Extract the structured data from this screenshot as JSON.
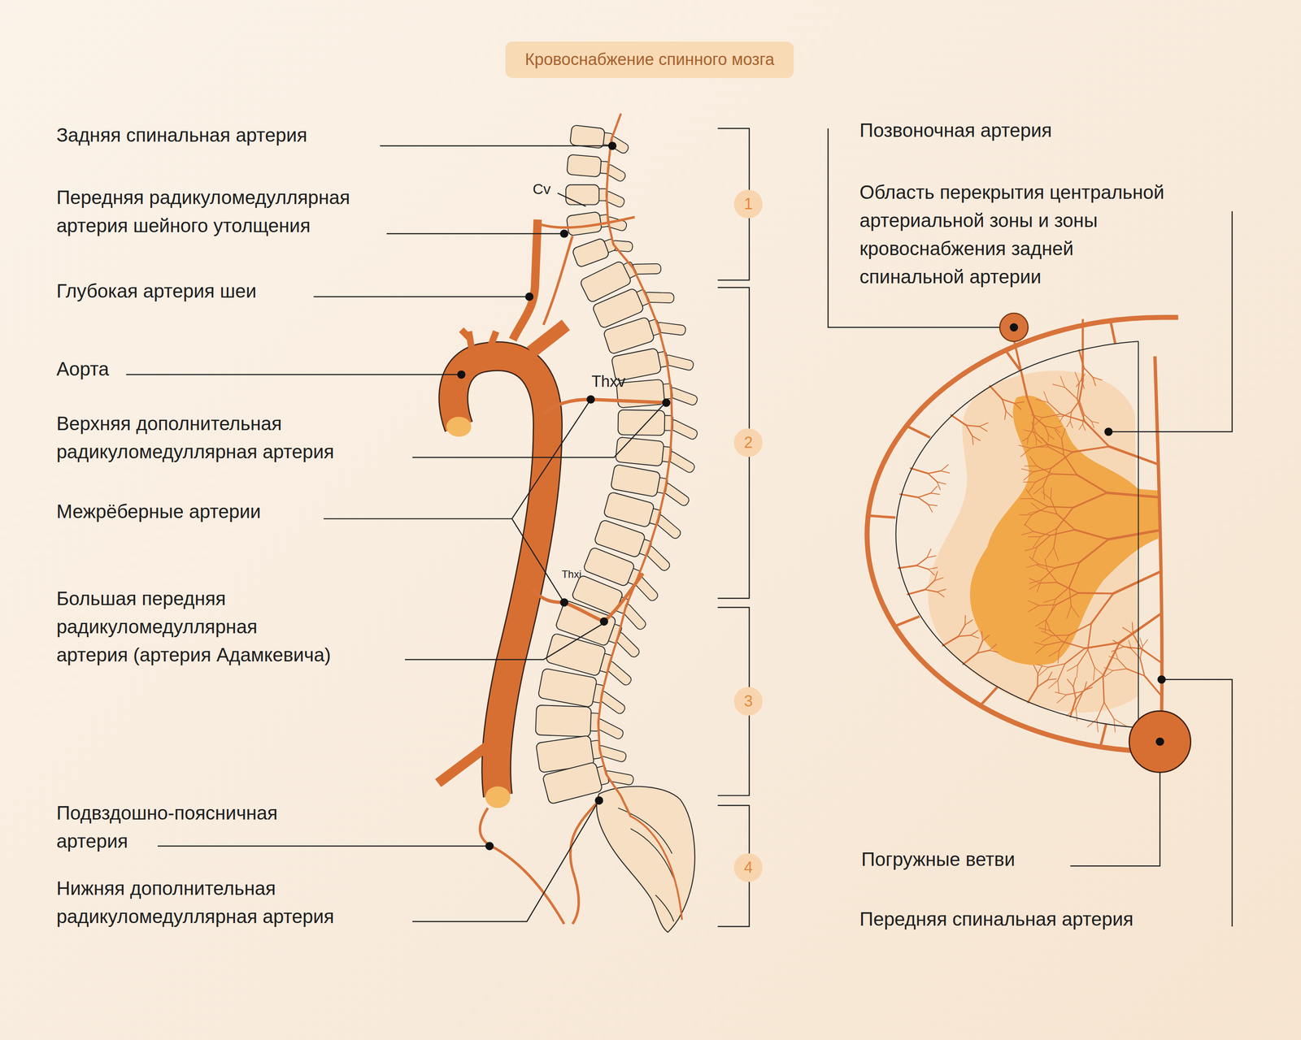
{
  "diagram": {
    "title": "Кровоснабжение спинного мозга",
    "nodes": [
      {
        "text": [
          "1"
        ]
      },
      {
        "text": [
          "2"
        ]
      },
      {
        "text": [
          "3"
        ]
      },
      {
        "text": [
          "4"
        ]
      }
    ],
    "labels": [
      "Задняя спинальная артерия",
      "Cv",
      "Передняя радикуломедуллярная артерия шейного утолщения",
      "Глубокая артерия шеи",
      "Аорта",
      "Thxv",
      "Верхняя дополнительная радикуломедуллярная артерия",
      "Межрёберные артерии",
      "Thxi",
      "Большая передняя радикуломедуллярная артерия (артерия Адамкевича)",
      "Подвздошно-поясничная артерия",
      "Нижняя дополнительная радикуломедуллярная артерия",
      "Позвоночная артерия",
      "Область перекрытия центральной артериальной зоны и зоны кровоснабжения задней спинальной артерии",
      "Погружные ветви",
      "Передняя спинальная артерия"
    ]
  }
}
